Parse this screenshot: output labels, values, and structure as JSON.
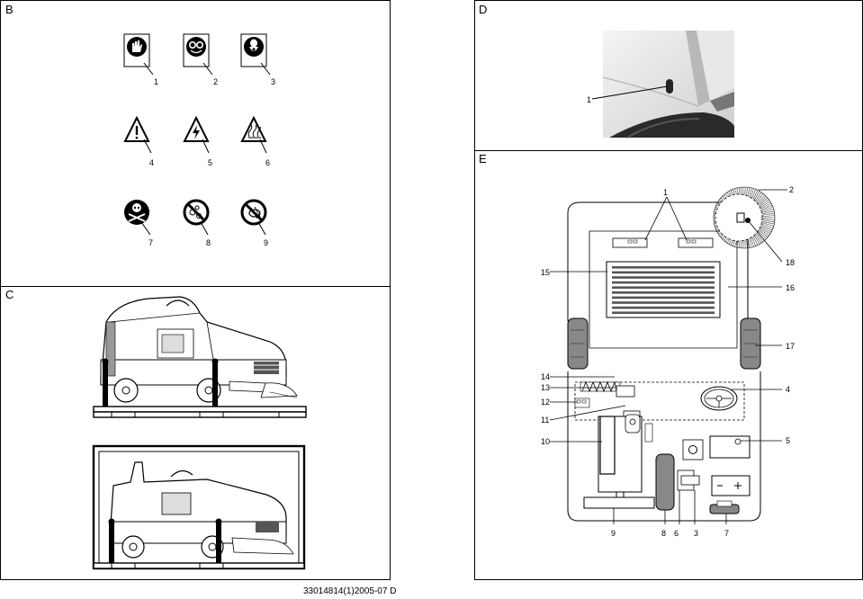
{
  "panels": {
    "b": {
      "label": "B",
      "callouts": [
        "1",
        "2",
        "3",
        "4",
        "5",
        "6",
        "7",
        "8",
        "9"
      ]
    },
    "c": {
      "label": "C"
    },
    "d": {
      "label": "D",
      "callouts": [
        "1"
      ]
    },
    "e": {
      "label": "E",
      "callouts": [
        "1",
        "2",
        "18",
        "15",
        "16",
        "17",
        "14",
        "13",
        "12",
        "4",
        "11",
        "10",
        "5",
        "9",
        "8",
        "6",
        "3",
        "7"
      ]
    }
  },
  "footer": {
    "code": "33014814(1)2005-07 D"
  }
}
